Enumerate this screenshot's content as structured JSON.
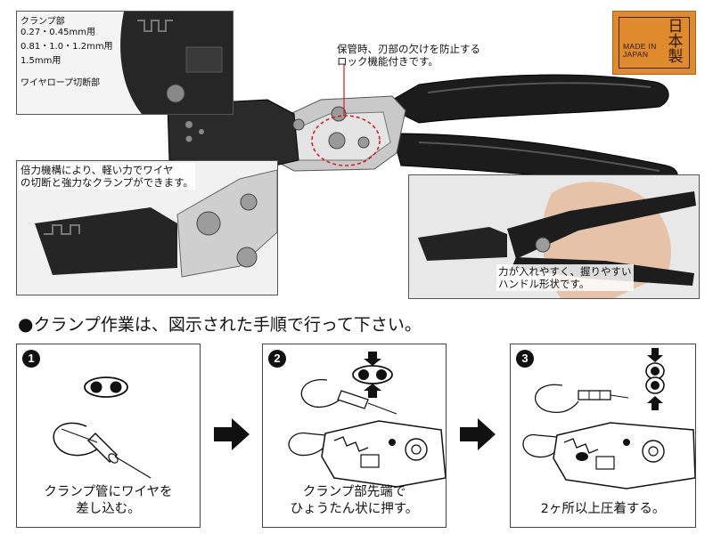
{
  "photo": {
    "jaw_labels": [
      "クランプ部",
      "0.27・0.45mm用",
      "0.81・1.0・1.2mm用",
      "1.5mm用",
      "ワイヤロープ切断部"
    ],
    "lock_callout": [
      "保管時、刃部の欠けを防止する",
      "ロック機能付きです。"
    ],
    "leverage_callout": [
      "倍力機構により、軽い力でワイヤ",
      "の切断と強力なクランプができます。"
    ],
    "grip_callout": [
      "力が入れやすく、握りやすい",
      "ハンドル形状です。"
    ],
    "badge": {
      "made_in": "MADE IN",
      "japan": "JAPAN",
      "kanji": [
        "日",
        "本",
        "製"
      ],
      "color": "#e08a2e"
    }
  },
  "heading": {
    "bullet": "●",
    "text": "クランプ作業は、図示された手順で行って下さい。"
  },
  "steps": [
    {
      "number": "1",
      "caption": "クランプ管にワイヤを\n差し込む。"
    },
    {
      "number": "2",
      "caption": "クランプ部先端で\nひょうたん状に押す。"
    },
    {
      "number": "3",
      "caption": "2ヶ所以上圧着する。"
    }
  ]
}
